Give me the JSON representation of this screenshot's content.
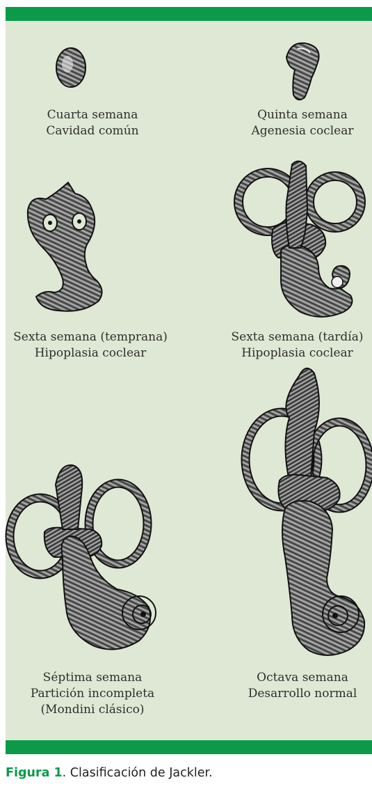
{
  "panel": {
    "colors": {
      "frame_green": "#0a9a4a",
      "background": "#dfe8d4",
      "text": "#2e2e2e"
    },
    "stages": [
      {
        "line1": "Cuarta semana",
        "line2": "Cavidad común",
        "line3": ""
      },
      {
        "line1": "Quinta semana",
        "line2": "Agenesia coclear",
        "line3": ""
      },
      {
        "line1": "Sexta semana (temprana)",
        "line2": "Hipoplasia coclear",
        "line3": ""
      },
      {
        "line1": "Sexta semana (tardía)",
        "line2": "Hipoplasia coclear",
        "line3": ""
      },
      {
        "line1": "Séptima semana",
        "line2": "Partición incompleta",
        "line3": "(Mondini clásico)"
      },
      {
        "line1": "Octava semana",
        "line2": "Desarrollo normal",
        "line3": ""
      }
    ]
  },
  "caption": {
    "figure": "Figura 1",
    "separator": ". ",
    "text": "Clasificación de Jackler."
  }
}
